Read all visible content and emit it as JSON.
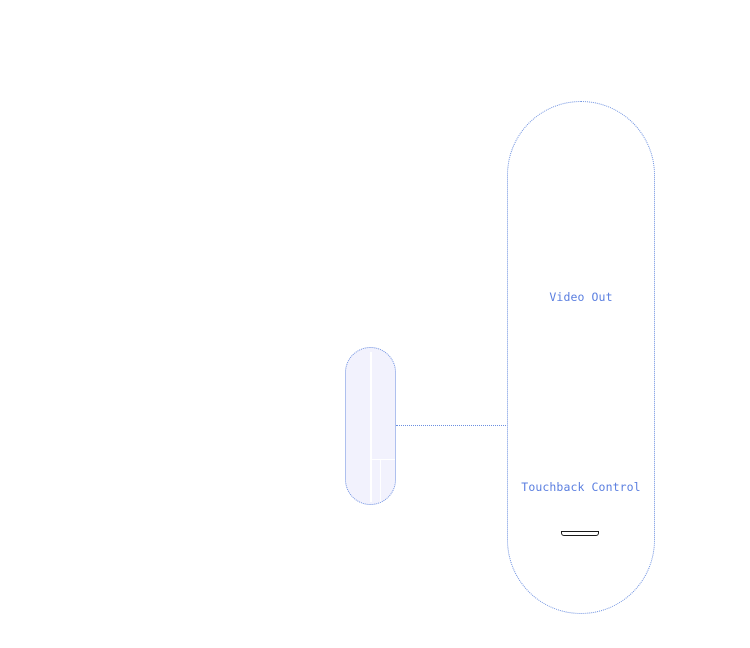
{
  "diagram": {
    "device": {
      "ports": [
        {
          "label": "Video Out"
        },
        {
          "label": "Touchback Control"
        }
      ],
      "connector_icon": "usb-port-icon"
    },
    "peripheral": {
      "connected_to": "device"
    }
  },
  "colors": {
    "outline": "#6b8fe0",
    "label": "#5b7fe0",
    "peripheral_fill": "#f2f2fd",
    "port_outline": "#1a1a1a",
    "background": "#ffffff"
  }
}
